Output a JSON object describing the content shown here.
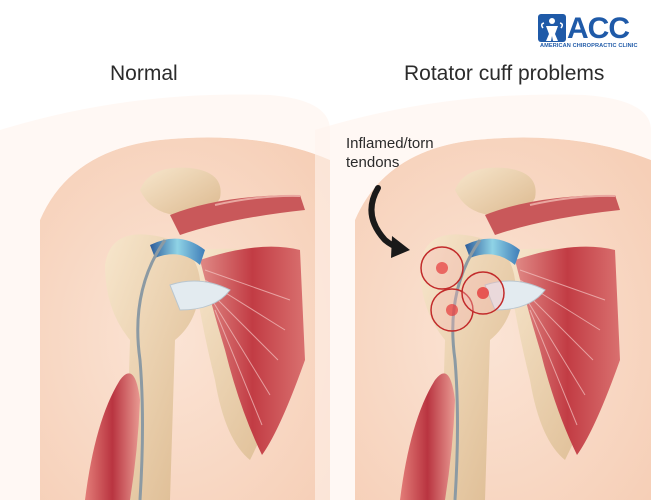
{
  "titles": {
    "normal": "Normal",
    "problem": "Rotator cuff problems"
  },
  "callout": {
    "line1": "Inflamed/torn",
    "line2": "tendons"
  },
  "logo": {
    "word": "ACC",
    "subtitle": "AMERICAN CHIROPRACTIC CLINIC",
    "color": "#1f5aa8"
  },
  "colors": {
    "skin": "#f9d8c4",
    "bone": "#f2dcbc",
    "muscle": "#c8454a",
    "cartilage": "#5aa7c4",
    "tendon": "#dfe6ea",
    "inflammation": "#e53a3a"
  },
  "icons": [
    "acc-logo-mark-icon",
    "curved-arrow-icon"
  ]
}
